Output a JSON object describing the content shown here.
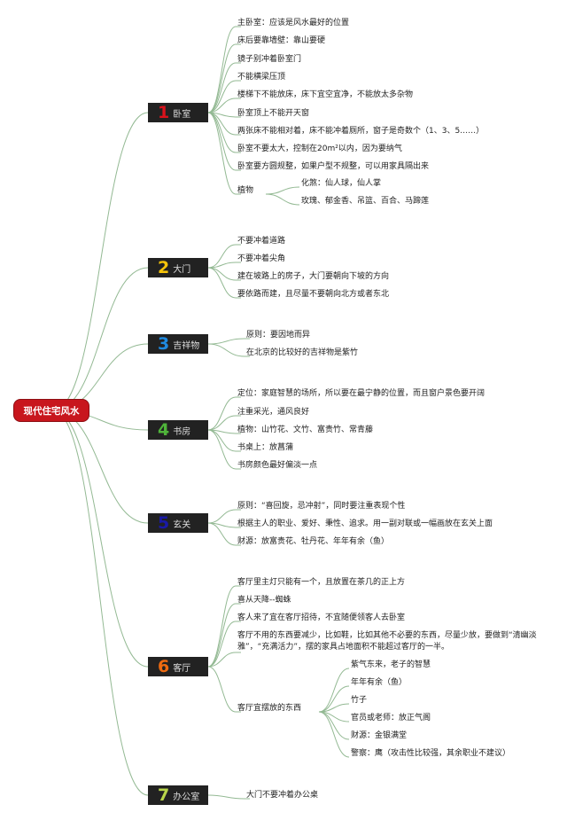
{
  "root": "现代住宅风水",
  "colors": {
    "line": "#93b993",
    "root_bg": "#c8161d",
    "branch_bg": "#222222"
  },
  "branches": [
    {
      "num": "1",
      "label": "卧室",
      "num_color": "#d9121b"
    },
    {
      "num": "2",
      "label": "大门",
      "num_color": "#f6c40a"
    },
    {
      "num": "3",
      "label": "吉祥物",
      "num_color": "#1f8ae0"
    },
    {
      "num": "4",
      "label": "书房",
      "num_color": "#4fb43a"
    },
    {
      "num": "5",
      "label": "玄关",
      "num_color": "#1a1aa6"
    },
    {
      "num": "6",
      "label": "客厅",
      "num_color": "#ee6a10"
    },
    {
      "num": "7",
      "label": "办公室",
      "num_color": "#b9d64a"
    }
  ],
  "items": {
    "bedroom": [
      "主卧室：应该是风水最好的位置",
      "床后要靠墙壁：靠山要硬",
      "镜子别冲着卧室门",
      "不能横梁压顶",
      "楼梯下不能放床，床下宜空宜净，不能放太多杂物",
      "卧室顶上不能开天窗",
      "两张床不能相对着，床不能冲着厕所，窗子是奇数个（1、3、5……）",
      "卧室不要太大，控制在20m²以内，因为要纳气",
      "卧室要方圆规整，如果户型不规整，可以用家具隔出来",
      "植物"
    ],
    "bedroom_plants": [
      "化煞：仙人球，仙人掌",
      "玫瑰、郁金香、吊篮、百合、马蹄莲"
    ],
    "door": [
      "不要冲着道路",
      "不要冲着尖角",
      "建在坡路上的房子，大门要朝向下坡的方向",
      "要依路而建，且尽量不要朝向北方或者东北"
    ],
    "mascot": [
      "原则：要因地而异",
      "在北京的比较好的吉祥物是紫竹"
    ],
    "study": [
      "定位：家庭智慧的场所，所以要在最宁静的位置，而且窗户景色要开阔",
      "注重采光，通风良好",
      "植物：山竹花、文竹、富贵竹、常青藤",
      "书桌上：放菖蒲",
      "书房颜色最好偏淡一点"
    ],
    "foyer": [
      "原则：“喜回旋，忌冲射”，同时要注重表现个性",
      "根据主人的职业、爱好、秉性、追求。用一副对联或一幅画放在玄关上面",
      "财源：放富贵花、牡丹花、年年有余（鱼）"
    ],
    "living": [
      "客厅里主灯只能有一个，且放置在茶几的正上方",
      "喜从天降--蜘蛛",
      "客人来了宜在客厅招待，不宜随便领客人去卧室",
      "客厅不用的东西要减少，比如鞋，比如其他不必要的东西，尽量少放，要做到“清幽淡雅”，“充满活力”，摆的家具占地面积不能超过客厅的一半。",
      "客厅宜摆放的东西"
    ],
    "living_objects": [
      "紫气东来，老子的智慧",
      "年年有余（鱼）",
      "竹子",
      "官员或老师：放正气阁",
      "财源：金银满堂",
      "警察：鹰（攻击性比较强，其余职业不建议）"
    ],
    "office": [
      "大门不要冲着办公桌"
    ]
  }
}
